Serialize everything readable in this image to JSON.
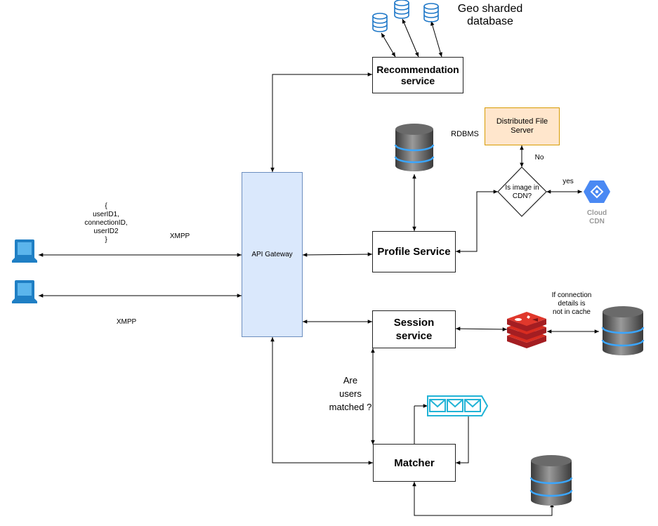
{
  "labels": {
    "geo_sharded": "Geo sharded\ndatabase",
    "rdbms": "RDBMS",
    "no": "No",
    "yes": "yes",
    "cloud_cdn": "Cloud\nCDN",
    "conn_details": "If connection\ndetails is\nnot in cache",
    "payload": "{\nuserID1,\nconnectionID,\nuserID2\n}",
    "xmpp_top": "XMPP",
    "xmpp_bottom": "XMPP",
    "are_users_matched": "Are\nusers\nmatched ?"
  },
  "boxes": {
    "recommendation": "Recommendation\nservice",
    "api_gateway": "API Gateway",
    "profile": "Profile Service",
    "session": "Session\nservice",
    "matcher": "Matcher",
    "dfs": "Distributed File\nServer",
    "decision": "Is image in\nCDN?"
  },
  "colors": {
    "api_gateway_fill": "#dae8fc",
    "api_gateway_stroke": "#6c8ebf",
    "dfs_fill": "#ffe6cc",
    "dfs_stroke": "#d79b00",
    "db_small": "#1f78c8",
    "redis_red": "#c4282c",
    "queue_cyan": "#21b3d6",
    "laptop_blue": "#1f7fc4",
    "cloud_cdn_blue": "#4a89f3"
  }
}
